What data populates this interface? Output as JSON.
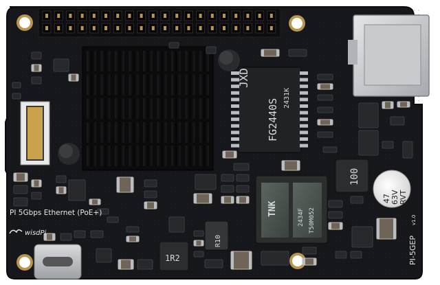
{
  "board": {
    "title_silk": "PI 5Gbps Ethernet (PoE+)",
    "model_silk": "PI-5GEP",
    "version_silk": "v1.0",
    "brand_silk": "wisdPi"
  },
  "chips": {
    "ethernet_ic_brand": "JXD",
    "ethernet_ic_lot": "2431K",
    "ethernet_ic_part": "FG2440S",
    "transformer_brand": "TNK",
    "transformer_line1": "2434F",
    "transformer_line2": "T50M052",
    "inductor_100": "100",
    "inductor_1r2": "1R2",
    "capacitor_line1": "47",
    "capacitor_line2": "63V",
    "capacitor_line3": "RVT",
    "small_r10": "R10"
  },
  "colors": {
    "pcb": "#15171b",
    "pcb_edge": "#0c0d10",
    "heatsink": "#0b0b0c",
    "gold": "#b9964f",
    "silver": "#b9bcc0"
  }
}
